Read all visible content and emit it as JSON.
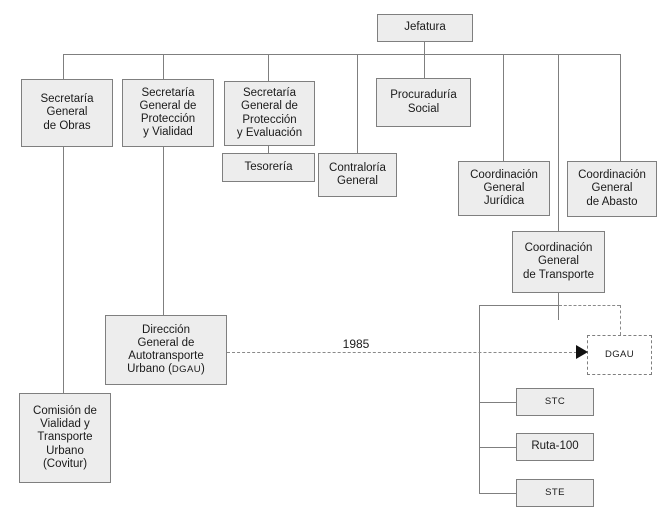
{
  "diagram_type": "organizational-chart",
  "colors": {
    "background": "#ffffff",
    "box_fill": "#ededed",
    "box_border": "#7f7f7f",
    "connector_line": "#7f7f7f",
    "dashed_line": "#8a8a8a",
    "text": "#1a1a1a",
    "arrowhead": "#111111"
  },
  "year_label": "1985",
  "nodes": {
    "jefatura": {
      "label": "Jefatura"
    },
    "secretaria_obras": {
      "label": "Secretaría\nGeneral\nde Obras"
    },
    "secretaria_vialidad": {
      "label": "Secretaría\nGeneral de\nProtección\ny Vialidad"
    },
    "secretaria_evaluacion": {
      "label": "Secretaría\nGeneral de\nProtección\ny Evaluación"
    },
    "procuraduria_social": {
      "label": "Procuraduría\nSocial"
    },
    "tesoreria": {
      "label": "Tesorería"
    },
    "contraloria": {
      "label": "Contraloría\nGeneral"
    },
    "coordinacion_juridica": {
      "label": "Coordinación\nGeneral\nJurídica"
    },
    "coordinacion_abasto": {
      "label": "Coordinación\nGeneral\nde Abasto"
    },
    "coordinacion_transporte": {
      "label": "Coordinación\nGeneral\nde Transporte"
    },
    "direccion_autotransporte": {
      "label": "Dirección\nGeneral de\nAutotransporte",
      "last_line_prefix": "Urbano (",
      "acronym": "DGAU",
      "last_line_suffix": ")"
    },
    "comision_covitur": {
      "label": "Comisión de\nVialidad y\nTransporte\nUrbano\n(Covitur)"
    },
    "dgau_dashed": {
      "label": "DGAU"
    },
    "stc": {
      "label": "STC"
    },
    "ruta_100": {
      "label": "Ruta-100"
    },
    "ste": {
      "label": "STE"
    }
  },
  "edges": [
    {
      "from": "jefatura",
      "to": "secretaria_obras",
      "style": "solid"
    },
    {
      "from": "jefatura",
      "to": "secretaria_vialidad",
      "style": "solid"
    },
    {
      "from": "jefatura",
      "to": "secretaria_evaluacion",
      "style": "solid"
    },
    {
      "from": "jefatura",
      "to": "procuraduria_social",
      "style": "solid"
    },
    {
      "from": "jefatura",
      "to": "contraloria",
      "style": "solid"
    },
    {
      "from": "jefatura",
      "to": "coordinacion_juridica",
      "style": "solid"
    },
    {
      "from": "jefatura",
      "to": "coordinacion_abasto",
      "style": "solid"
    },
    {
      "from": "jefatura",
      "to": "coordinacion_transporte",
      "style": "solid"
    },
    {
      "from": "secretaria_evaluacion",
      "to": "tesoreria",
      "style": "solid"
    },
    {
      "from": "secretaria_obras",
      "to": "comision_covitur",
      "style": "solid"
    },
    {
      "from": "secretaria_vialidad",
      "to": "direccion_autotransporte",
      "style": "solid"
    },
    {
      "from": "coordinacion_transporte",
      "to": "dgau_dashed",
      "style": "dashed"
    },
    {
      "from": "coordinacion_transporte",
      "to": "stc",
      "style": "solid"
    },
    {
      "from": "coordinacion_transporte",
      "to": "ruta_100",
      "style": "solid"
    },
    {
      "from": "coordinacion_transporte",
      "to": "ste",
      "style": "solid"
    },
    {
      "from": "direccion_autotransporte",
      "to": "dgau_dashed",
      "style": "dashed-arrow",
      "label": "1985"
    }
  ]
}
